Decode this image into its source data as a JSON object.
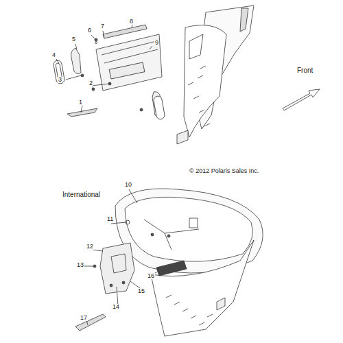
{
  "diagram": {
    "labels": [
      "8",
      "7",
      "6",
      "5",
      "9",
      "4",
      "3",
      "2",
      "1",
      "Front",
      "© 2012 Polaris Sales Inc.",
      "International",
      "10",
      "11",
      "12",
      "13",
      "16",
      "15",
      "14",
      "17"
    ]
  }
}
